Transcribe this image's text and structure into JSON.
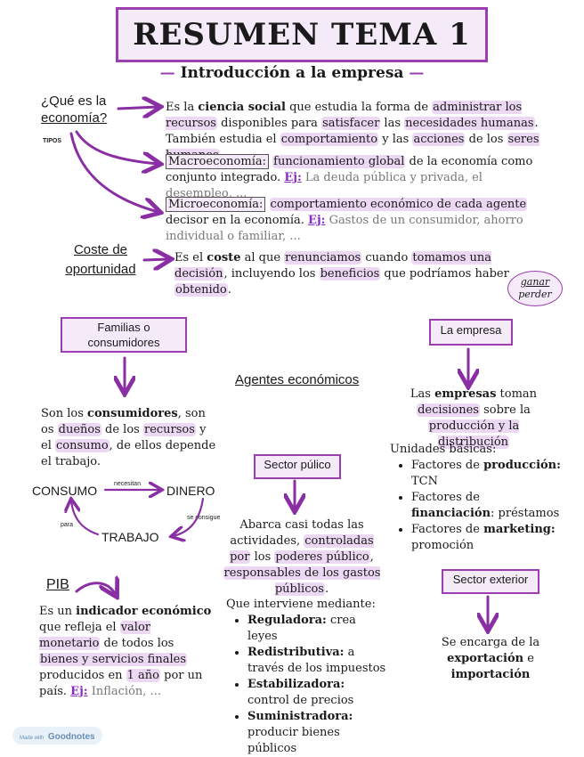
{
  "title": "RESUMEN TEMA 1",
  "subtitle": "Introducción a la empresa",
  "subtitle_dash": "—",
  "que_es": {
    "line1": "¿Qué es la",
    "line2": "economía?",
    "tipos": "TIPOS"
  },
  "def": {
    "p1": "Es la ",
    "b1": "ciencia social",
    "p2": " que estudia la forma de ",
    "h1": "administrar los recursos",
    "p3": " disponibles para ",
    "h2": "satisfacer",
    "p4": " las ",
    "h3": "necesidades humanas",
    "p5": ". También estudia el ",
    "h4": "comportamiento",
    "p6": " y las ",
    "h5": "acciones",
    "p7": " de los ",
    "h6": "seres humanos",
    "p8": "."
  },
  "macro": {
    "label": "Macroeconomía:",
    "p1": " ",
    "h1": "funcionamiento global",
    "p2": " de la economía como conjunto integrado. ",
    "ej": "Ej:",
    "ex": " La deuda pública y privada, el desempleo, ..."
  },
  "micro": {
    "label": "Microeconomía:",
    "p1": " ",
    "h1": "comportamiento económico de cada agente",
    "p2": " decisor en la economía. ",
    "ej": "Ej:",
    "ex": " Gastos de un consumidor, ahorro individual o familiar, ..."
  },
  "coste": {
    "line1": "Coste de",
    "line2": "oportunidad",
    "p1": "Es el ",
    "b1": "coste",
    "p2": " al que ",
    "h1": "renunciamos",
    "p3": " cuando ",
    "h2": "tomamos una decisión",
    "p4": ", incluyendo los ",
    "h3": "beneficios",
    "p5": " que podríamos haber ",
    "h4": "obtenido",
    "p6": ".",
    "badge1": "ganar",
    "badge2": "perder"
  },
  "familias": {
    "box": "Familias o consumidores",
    "p1": "Son los ",
    "b1": "consumidores",
    "p2": ", son os ",
    "h1": "dueños",
    "p3": " de los ",
    "h2": "recursos",
    "p4": " y el ",
    "h3": "consumo",
    "p5": ", de ellos depende el trabajo."
  },
  "cycle": {
    "consumo": "CONSUMO",
    "dinero": "DINERO",
    "trabajo": "TRABAJO",
    "necesitan": "necesitan",
    "se_consigue": "se consigue",
    "para": "para"
  },
  "agentes": "Agentes económicos",
  "publico": {
    "box": "Sector púlico",
    "p1": "Abarca casi todas las actividades, ",
    "h1": "controladas por",
    "p2": " los ",
    "h2": "poderes público",
    "p3": ", ",
    "h3": "responsables de los gastos públicos",
    "p4": ".",
    "intro": "Que interviene mediante:",
    "items": [
      {
        "b": "Reguladora:",
        "t": " crea leyes"
      },
      {
        "b": "Redistributiva:",
        "t": " a través de los impuestos"
      },
      {
        "b": "Estabilizadora:",
        "t": " control de precios"
      },
      {
        "b": "Suministradora:",
        "t": " producir bienes públicos"
      }
    ]
  },
  "pib": {
    "label": "PIB",
    "p1": "Es un ",
    "b1": "indicador económico",
    "p2": " que refleja el ",
    "h1": "valor monetario",
    "p3": " de todos los ",
    "h2": "bienes y servicios finales",
    "p4": " producidos en ",
    "h3": "1 año",
    "p5": " por un país. ",
    "ej": "Ej:",
    "ex": " Inflación, ..."
  },
  "empresa": {
    "box": "La empresa",
    "p1": "Las ",
    "b1": "empresas",
    "p2": " toman ",
    "h1": "decisiones",
    "p3": " sobre la ",
    "h2": "producción y la distribución",
    "intro": "Unidades básicas:",
    "items": [
      {
        "t1": "Factores de ",
        "b": "producción:",
        "t2": " TCN"
      },
      {
        "t1": "Factores de ",
        "b": "financiación",
        "t2": ": préstamos"
      },
      {
        "t1": "Factores de ",
        "b": "marketing:",
        "t2": " promoción"
      }
    ]
  },
  "exterior": {
    "box": "Sector exterior",
    "p1": "Se encarga de la ",
    "b1": "exportación",
    "p2": " e ",
    "b2": "importación"
  },
  "watermark": {
    "made": "Made with",
    "brand": "Goodnotes"
  },
  "colors": {
    "accent": "#9b3fb0",
    "highlight": "#ecd8f3",
    "box_bg": "#f5eaf8"
  }
}
